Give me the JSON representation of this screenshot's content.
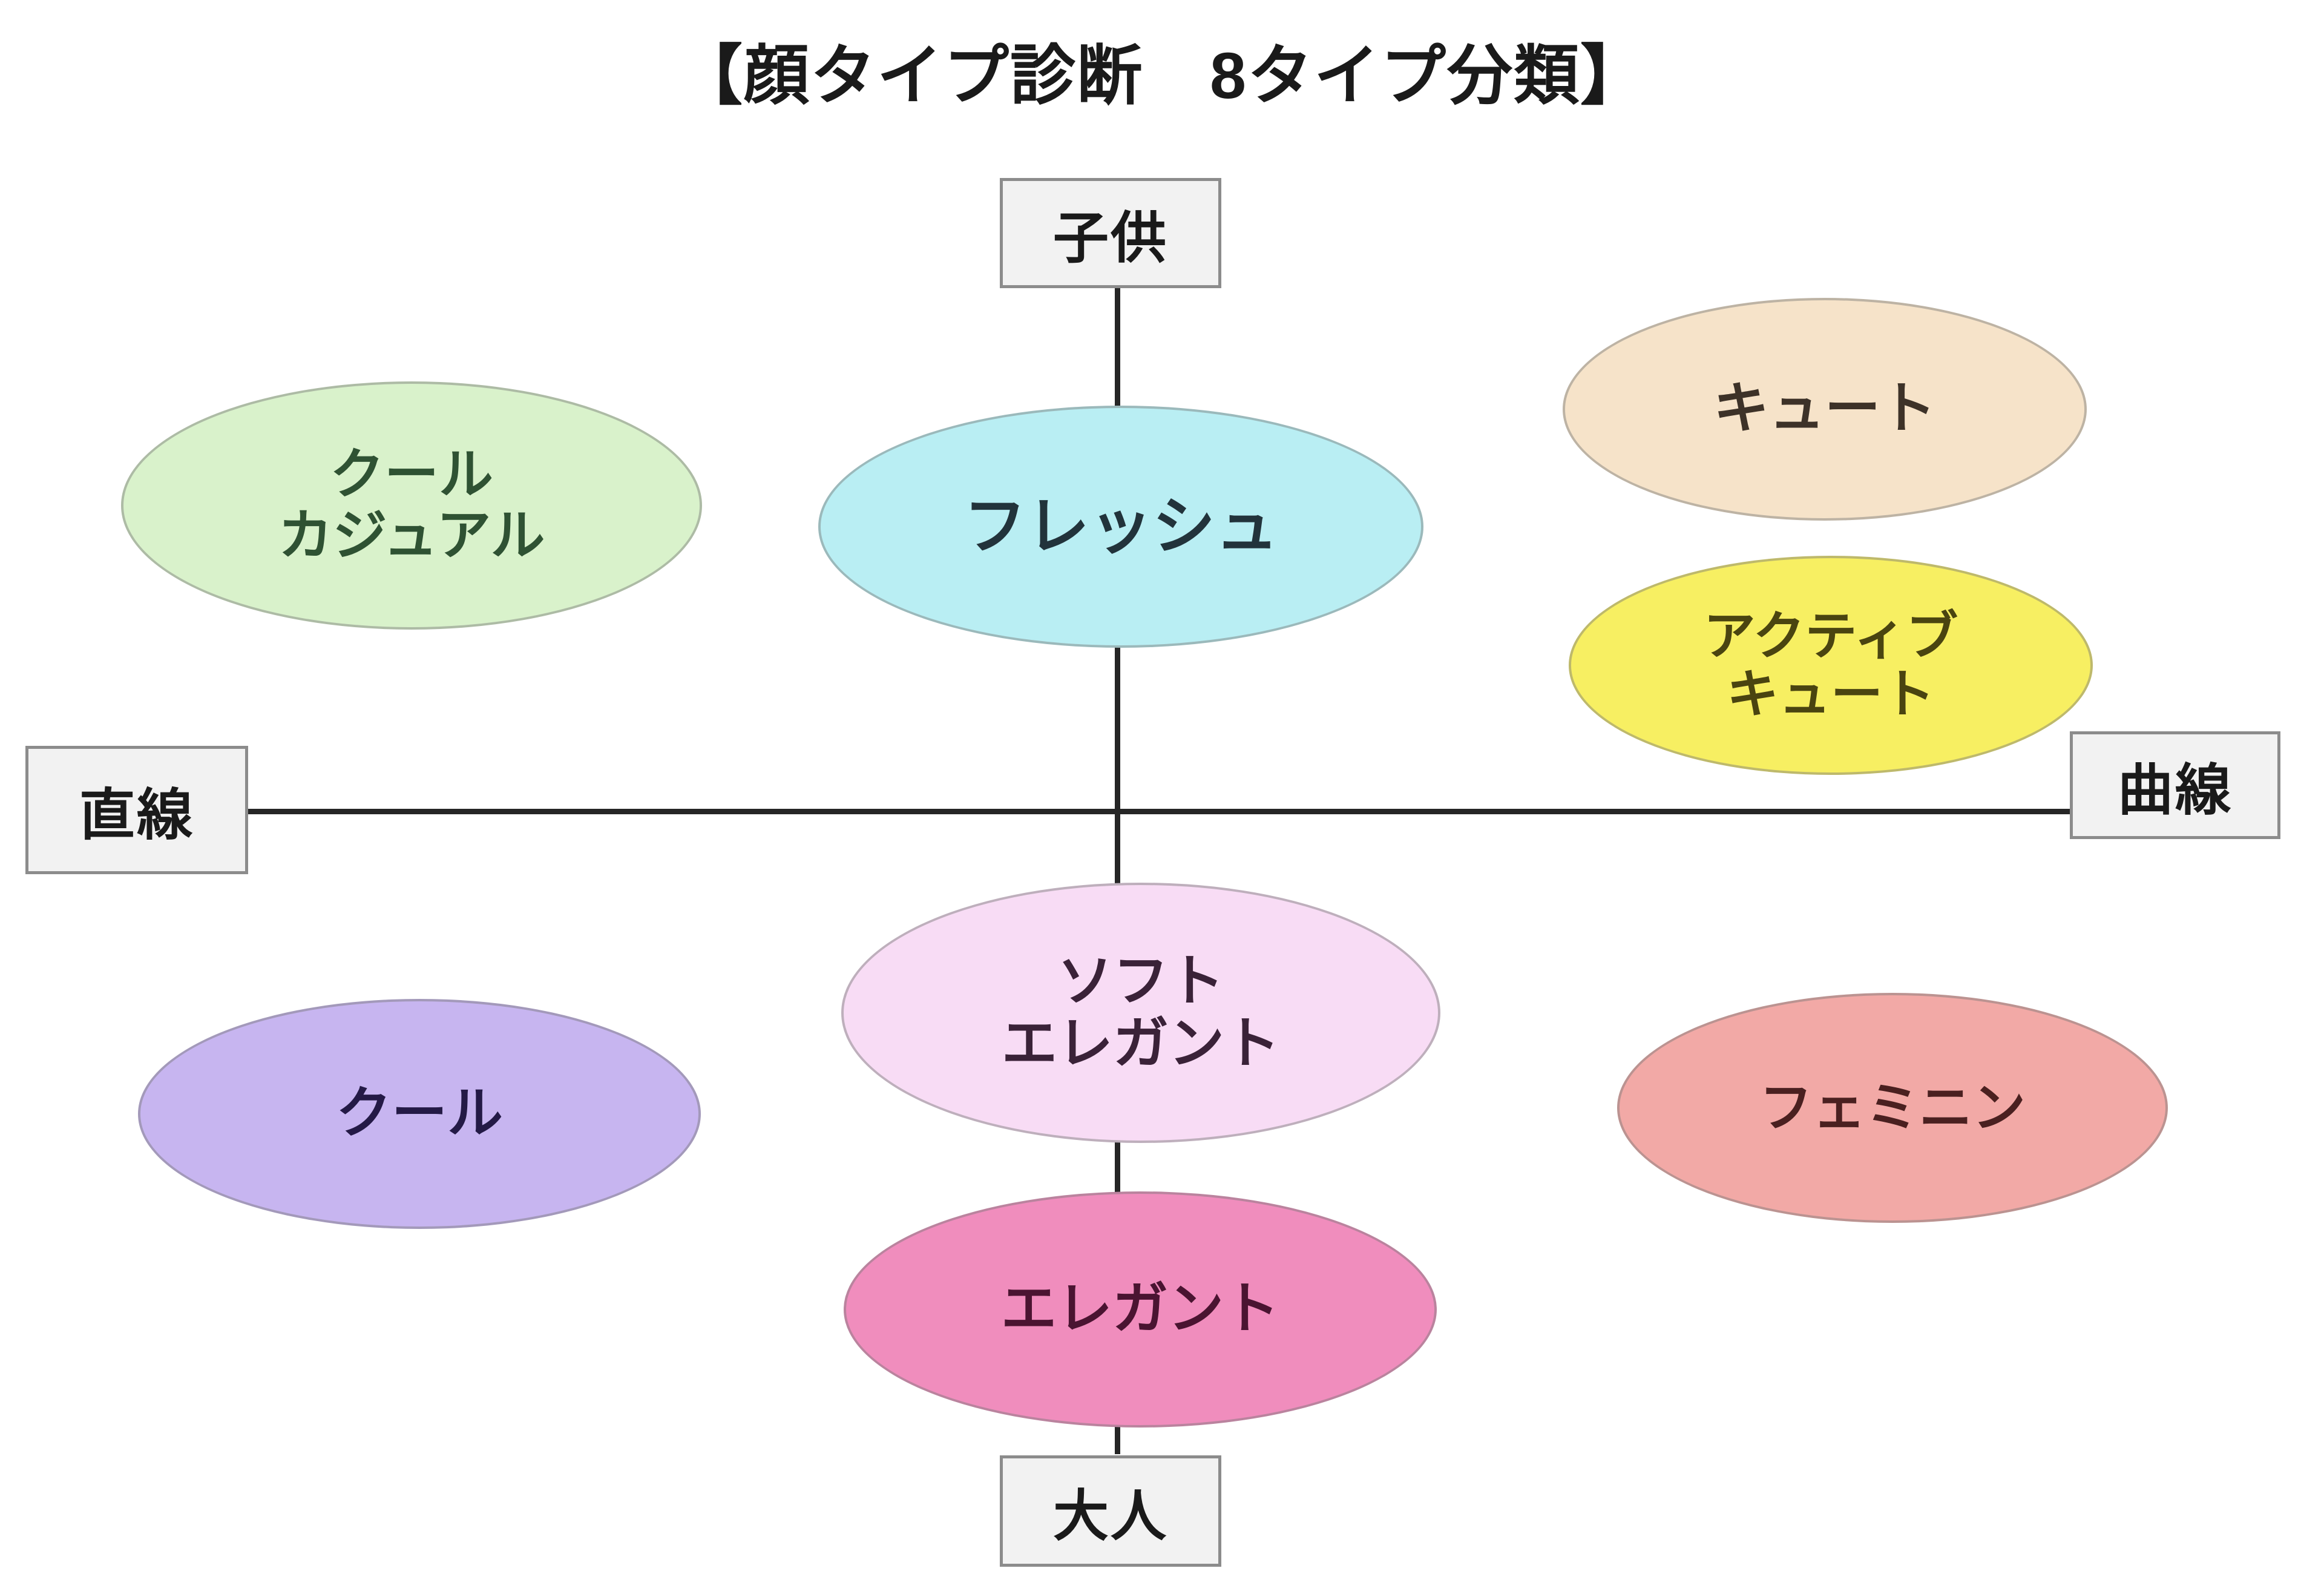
{
  "title": "【顔タイプ診断　8タイプ分類】",
  "axes": {
    "vertical": {
      "top_label": "子供",
      "bottom_label": "大人"
    },
    "horizontal": {
      "left_label": "直線",
      "right_label": "曲線"
    },
    "line_color": "#262626",
    "box_fill": "#f2f2f2",
    "box_border": "#8c8c8c"
  },
  "nodes": [
    {
      "id": "cool-casual",
      "lines": [
        "クール",
        "カジュアル"
      ],
      "fill": "#d9f2cb",
      "text_color": "#2f5233",
      "quadrant": "upper-left"
    },
    {
      "id": "fresh",
      "lines": [
        "フレッシュ"
      ],
      "fill": "#b9eef3",
      "text_color": "#22333b",
      "quadrant": "upper-center"
    },
    {
      "id": "cute",
      "lines": [
        "キュート"
      ],
      "fill": "#f6e3c9",
      "text_color": "#3d3228",
      "quadrant": "upper-right"
    },
    {
      "id": "active-cute",
      "lines": [
        "アクティブ",
        "キュート"
      ],
      "fill": "#f7ef62",
      "text_color": "#4a4410",
      "quadrant": "upper-right"
    },
    {
      "id": "cool",
      "lines": [
        "クール"
      ],
      "fill": "#c7b5f0",
      "text_color": "#241a46",
      "quadrant": "lower-left"
    },
    {
      "id": "soft-elegant",
      "lines": [
        "ソフト",
        "エレガント"
      ],
      "fill": "#f8dcf5",
      "text_color": "#3a2238",
      "quadrant": "lower-center"
    },
    {
      "id": "elegant",
      "lines": [
        "エレガント"
      ],
      "fill": "#f08dbd",
      "text_color": "#4a1431",
      "quadrant": "lower-center"
    },
    {
      "id": "feminine",
      "lines": [
        "フェミニン"
      ],
      "fill": "#f2a9a6",
      "text_color": "#4a2020",
      "quadrant": "lower-right"
    }
  ]
}
